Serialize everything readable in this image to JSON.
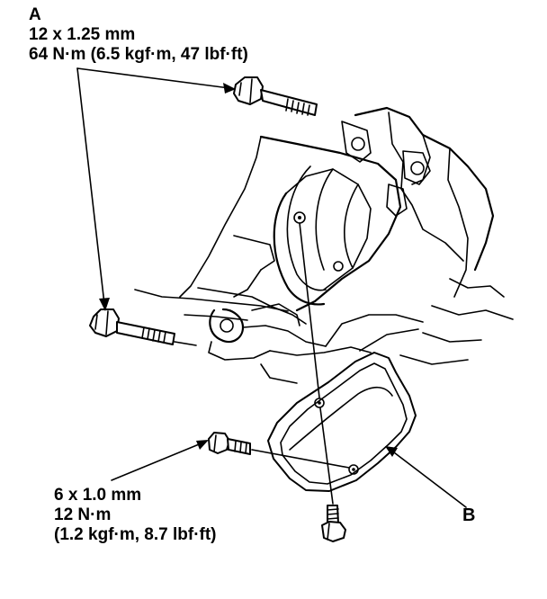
{
  "labels": {
    "a": {
      "letter": "A",
      "size": "12 x 1.25 mm",
      "torque": "64 N·m (6.5 kgf·m, 47 lbf·ft)"
    },
    "b_bolt": {
      "size": "6 x 1.0 mm",
      "torque_nm": "12 N·m",
      "torque_other": "(1.2 kgf·m, 8.7 lbf·ft)"
    },
    "b": {
      "letter": "B"
    }
  },
  "colors": {
    "ink": "#000000",
    "paper": "#ffffff"
  }
}
